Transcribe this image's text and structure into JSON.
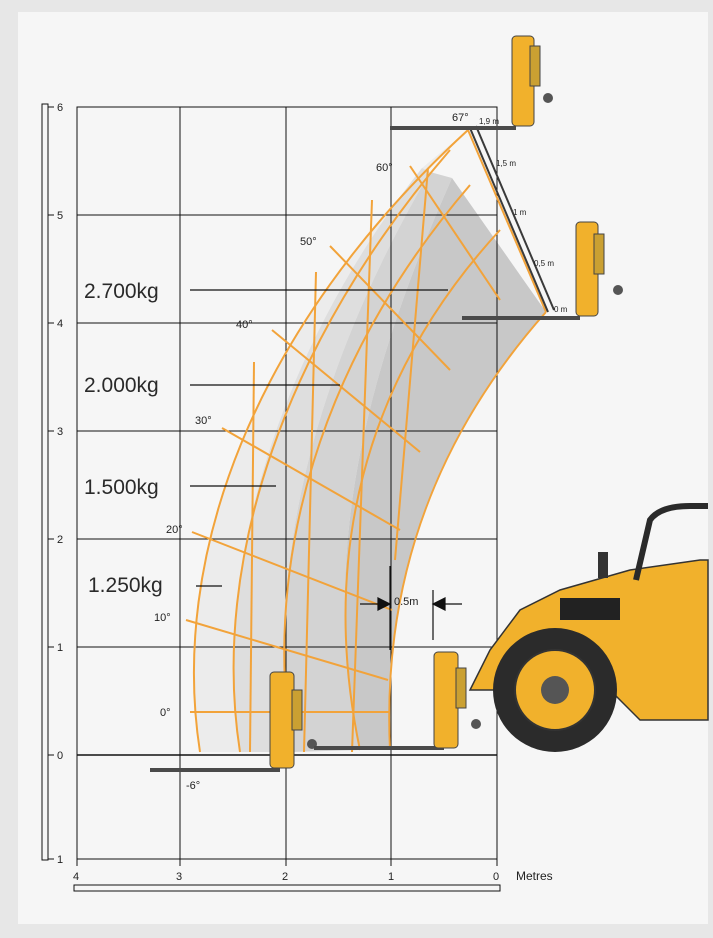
{
  "colors": {
    "background": "#e7e7e7",
    "panel": "#f6f6f6",
    "grid": "#111111",
    "envelope": "#f2a33a",
    "boom_rail": "#3a3a3a",
    "machine_yellow": "#f1b12c",
    "tyre": "#2b2b2b"
  },
  "chart_data": {
    "type": "diagram",
    "x_axis": {
      "unit_label": "Metres",
      "ticks": [
        "4",
        "3",
        "2",
        "1",
        "0"
      ],
      "range": [
        4,
        0
      ]
    },
    "y_axis": {
      "ticks": [
        "6",
        "5",
        "4",
        "3",
        "2",
        "1",
        "0",
        "1"
      ],
      "range": [
        -1,
        6
      ]
    },
    "boom_angles": [
      "67°",
      "60°",
      "50°",
      "40°",
      "30°",
      "20°",
      "10°",
      "0°",
      "-6°"
    ],
    "extensions": [
      "1,9 m",
      "1,5 m",
      "1 m",
      "0,5 m",
      "0 m"
    ],
    "load_zones": [
      {
        "label": "2.700kg",
        "shade": "#c8c8c8"
      },
      {
        "label": "2.000kg",
        "shade": "#d3d3d3"
      },
      {
        "label": "1.500kg",
        "shade": "#dedede"
      },
      {
        "label": "1.250kg",
        "shade": "#ececec"
      }
    ],
    "forward_reach_label": "0.5m"
  }
}
